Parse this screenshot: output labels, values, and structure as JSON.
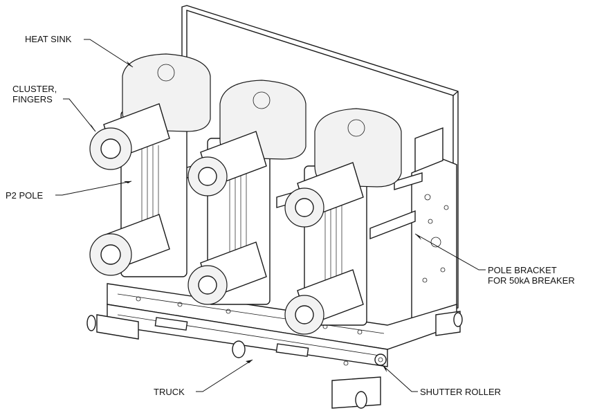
{
  "figure": {
    "labels": [
      {
        "id": "heat-sink",
        "text": "HEAT SINK"
      },
      {
        "id": "cluster-fingers",
        "lines": [
          "CLUSTER,",
          "FINGERS"
        ]
      },
      {
        "id": "p2-pole",
        "text": "P2 POLE"
      },
      {
        "id": "pole-bracket",
        "lines": [
          "POLE BRACKET",
          "FOR 50kA BREAKER"
        ]
      },
      {
        "id": "truck",
        "text": "TRUCK"
      },
      {
        "id": "shutter-roller",
        "text": "SHUTTER ROLLER"
      }
    ]
  }
}
